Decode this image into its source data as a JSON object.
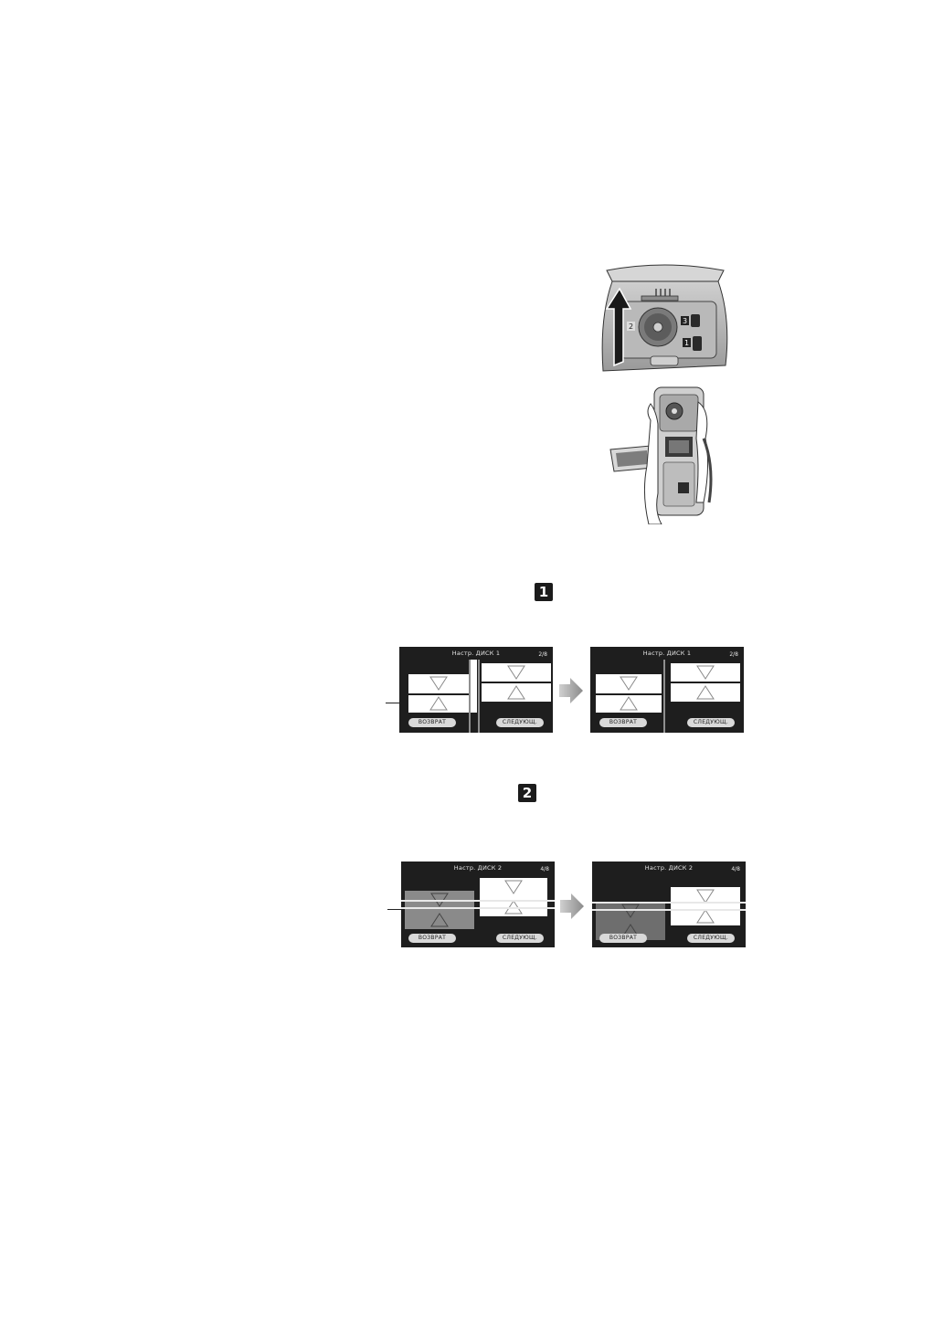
{
  "steps": [
    {
      "number": "1"
    },
    {
      "number": "2"
    }
  ],
  "camera_figure": {
    "dial_labels": [
      "3",
      "2",
      "1"
    ]
  },
  "screens": {
    "disc1_before": {
      "title": "Настр. ДИСК 1",
      "page": "2/8",
      "back_label": "ВОЗВРАТ",
      "next_label": "СЛЕДУЮЩ."
    },
    "disc1_after": {
      "title": "Настр. ДИСК 1",
      "page": "2/8",
      "back_label": "ВОЗВРАТ",
      "next_label": "СЛЕДУЮЩ."
    },
    "disc2_before": {
      "title": "Настр. ДИСК 2",
      "page": "4/8",
      "back_label": "ВОЗВРАТ",
      "next_label": "СЛЕДУЮЩ."
    },
    "disc2_after": {
      "title": "Настр. ДИСК 2",
      "page": "4/8",
      "back_label": "ВОЗВРАТ",
      "next_label": "СЛЕДУЮЩ."
    }
  }
}
